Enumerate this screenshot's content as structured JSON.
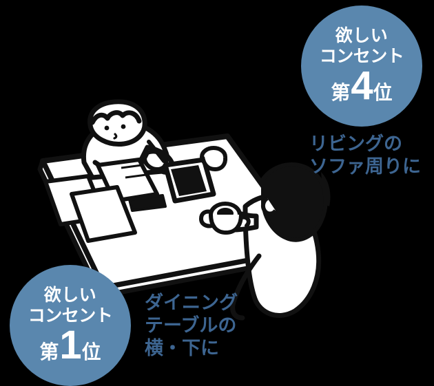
{
  "scene": {
    "background_color": "#000000",
    "title": "Where people want power outlets - illustration",
    "description": "Line-art illustration of a dining table with a child studying and an adult holding a cup, annotated with two ranking badges."
  },
  "badges": [
    {
      "id": "rank4",
      "line1": "欲しい",
      "line2": "コンセント",
      "rank_prefix": "第",
      "rank_number": "4",
      "rank_suffix": "位",
      "color": "#5a87ae",
      "text_color": "#ffffff",
      "position": "top-right"
    },
    {
      "id": "rank1",
      "line1": "欲しい",
      "line2": "コンセント",
      "rank_prefix": "第",
      "rank_number": "1",
      "rank_suffix": "位",
      "color": "#5a87ae",
      "text_color": "#ffffff",
      "position": "bottom-left"
    }
  ],
  "captions": [
    {
      "id": "living",
      "lines": [
        "リビングの",
        "ソファ周りに"
      ],
      "color": "#3d6591",
      "line1": "リビングの",
      "line2": "ソファ周りに"
    },
    {
      "id": "dining",
      "lines": [
        "ダイニング",
        "テーブルの",
        "横・下に"
      ],
      "color": "#3d6591",
      "line1": "ダイニング",
      "line2": "テーブルの",
      "line3": "横・下に"
    }
  ],
  "illustration": {
    "style": "black-and-white line art",
    "stroke_color": "#111111",
    "fill_color": "#ffffff",
    "elements": [
      "dining-table",
      "child-figure",
      "notebook",
      "pen",
      "tablet",
      "eraser",
      "cup-on-table",
      "adult-figure",
      "mug-in-hand"
    ]
  }
}
